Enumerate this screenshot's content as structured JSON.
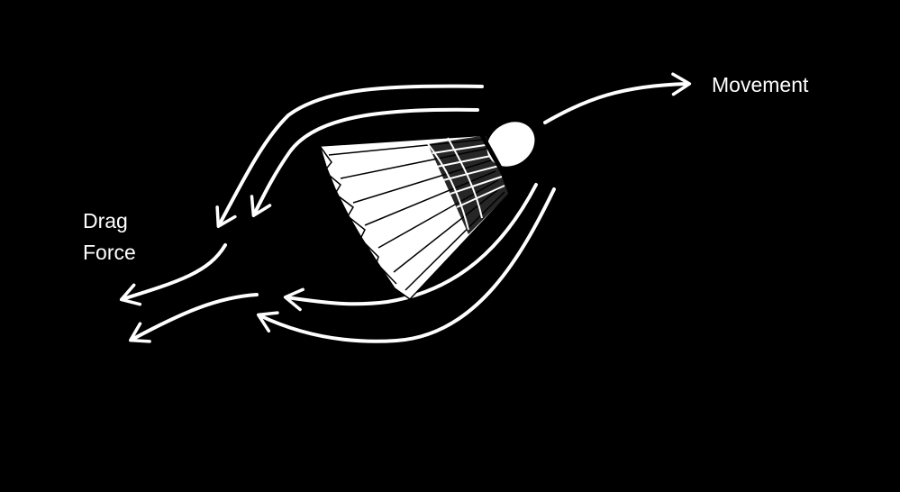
{
  "labels": {
    "movement": "Movement",
    "drag_line1": "Drag",
    "drag_line2": "Force"
  },
  "colors": {
    "background": "#000000",
    "foreground": "#ffffff"
  }
}
